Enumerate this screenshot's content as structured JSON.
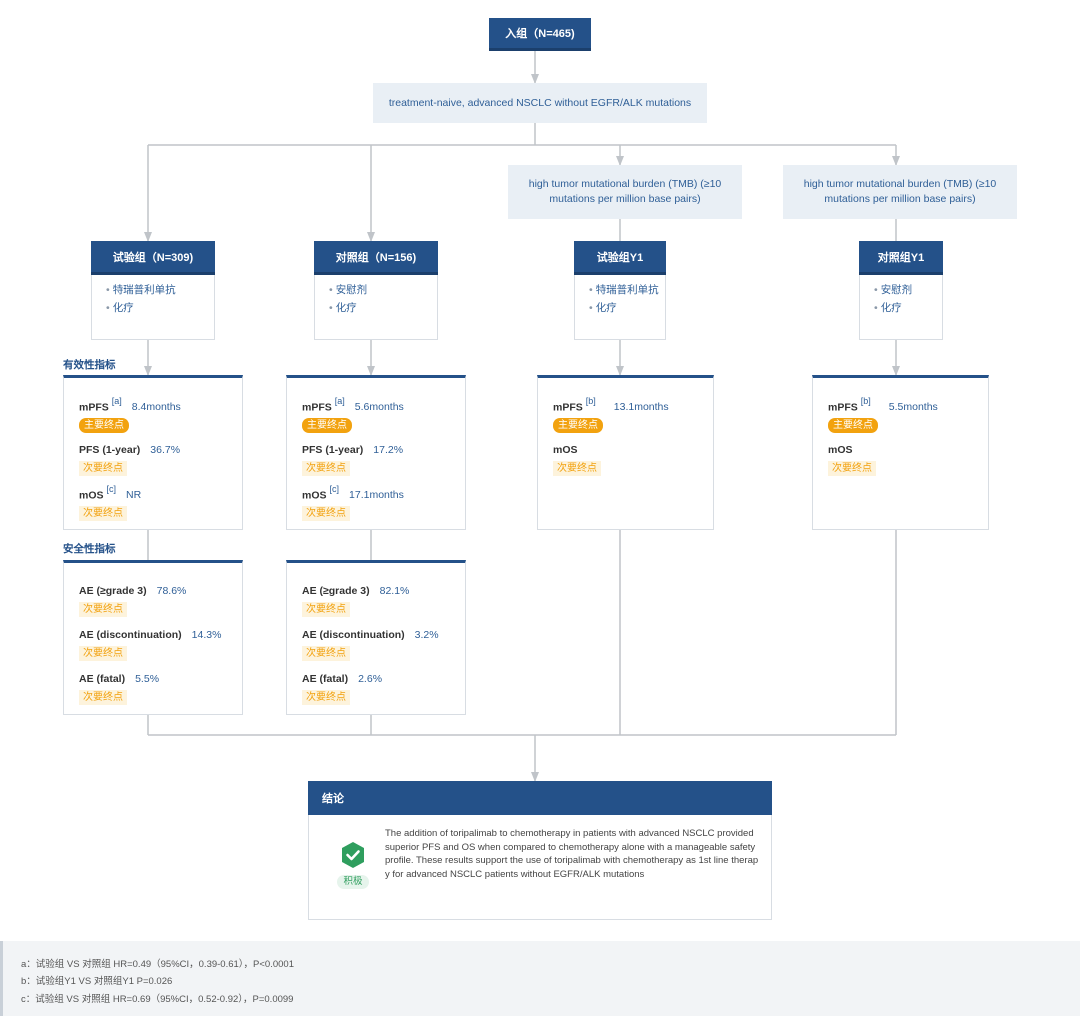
{
  "enrollment": {
    "label": "入组（N=465)"
  },
  "population": {
    "label": "treatment-naive, advanced NSCLC without EGFR/ALK mutations"
  },
  "tmb": {
    "left": "high tumor mutational burden (TMB) (≥10 mutations per million base pairs)",
    "right": "high tumor mutational burden (TMB) (≥10 mutations per million base pairs)"
  },
  "section_labels": {
    "efficacy": "有效性指标",
    "safety": "安全性指标"
  },
  "bullet": "•",
  "arms": [
    {
      "title": "试验组（N=309)",
      "drugs": [
        "特瑞普利单抗",
        "化疗"
      ],
      "efficacy": [
        {
          "name": "mPFS",
          "ref": "[a]",
          "value": "8.4months",
          "tag": "主要终点",
          "primary": true
        },
        {
          "name": "PFS (1-year)",
          "ref": "",
          "value": "36.7%",
          "tag": "次要终点",
          "primary": false
        },
        {
          "name": "mOS",
          "ref": "[c]",
          "value": "NR",
          "tag": "次要终点",
          "primary": false
        }
      ],
      "safety": [
        {
          "name": "AE (≥grade 3)",
          "value": "78.6%",
          "tag": "次要终点"
        },
        {
          "name": "AE (discontinuation)",
          "value": "14.3%",
          "tag": "次要终点"
        },
        {
          "name": "AE (fatal)",
          "value": "5.5%",
          "tag": "次要终点"
        }
      ]
    },
    {
      "title": "对照组（N=156)",
      "drugs": [
        "安慰剂",
        "化疗"
      ],
      "efficacy": [
        {
          "name": "mPFS",
          "ref": "[a]",
          "value": "5.6months",
          "tag": "主要终点",
          "primary": true
        },
        {
          "name": "PFS (1-year)",
          "ref": "",
          "value": "17.2%",
          "tag": "次要终点",
          "primary": false
        },
        {
          "name": "mOS",
          "ref": "[c]",
          "value": "17.1months",
          "tag": "次要终点",
          "primary": false
        }
      ],
      "safety": [
        {
          "name": "AE (≥grade 3)",
          "value": "82.1%",
          "tag": "次要终点"
        },
        {
          "name": "AE (discontinuation)",
          "value": "3.2%",
          "tag": "次要终点"
        },
        {
          "name": "AE (fatal)",
          "value": "2.6%",
          "tag": "次要终点"
        }
      ]
    },
    {
      "title": "试验组Y1",
      "drugs": [
        "特瑞普利单抗",
        "化疗"
      ],
      "efficacy": [
        {
          "name": "mPFS",
          "ref": "[b]",
          "value": "13.1months",
          "tag": "主要终点",
          "primary": true
        },
        {
          "name": "mOS",
          "ref": "",
          "value": "",
          "tag": "次要终点",
          "primary": false
        }
      ]
    },
    {
      "title": "对照组Y1",
      "drugs": [
        "安慰剂",
        "化疗"
      ],
      "efficacy": [
        {
          "name": "mPFS",
          "ref": "[b]",
          "value": "5.5months",
          "tag": "主要终点",
          "primary": true
        },
        {
          "name": "mOS",
          "ref": "",
          "value": "",
          "tag": "次要终点",
          "primary": false
        }
      ]
    }
  ],
  "conclusion": {
    "title": "结论",
    "verdict": "积极",
    "text": "The addition of toripalimab to chemotherapy in patients with advanced NSCLC provided superior PFS and OS when compared to chemotherapy alone with a manageable safety profile. These results support the use of toripalimab with chemotherapy as 1st line therapy for advanced NSCLC patients without EGFR/ALK mutations"
  },
  "footnotes": [
    "a：试验组 VS 对照组 HR=0.49（95%CI，0.39-0.61），P<0.0001",
    "b：试验组Y1 VS 对照组Y1 P=0.026",
    "c：试验组 VS 对照组 HR=0.69（95%CI，0.52-0.92），P=0.0099"
  ],
  "colors": {
    "header": "#245189",
    "text_blue": "#2f5f97",
    "primary_badge": "#f2a20f",
    "secondary_badge_bg": "#fdf3dc",
    "positive": "#2f9e5e",
    "connector": "#c0c4c9"
  }
}
